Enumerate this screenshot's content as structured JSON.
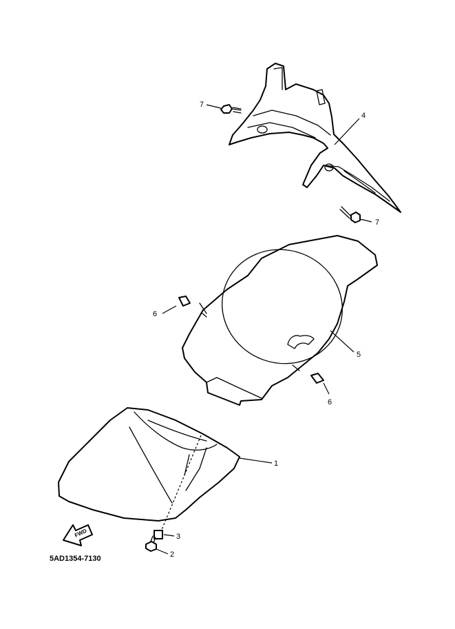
{
  "diagram": {
    "code": "5AD1354-7130",
    "fwd_label": "FWD",
    "callouts": {
      "bolt_top": "7",
      "bolt_right": "7",
      "fender_rear": "4",
      "nut_left": "6",
      "inner_cover": "5",
      "nut_right": "6",
      "front_fender": "1",
      "collar": "3",
      "screw": "2"
    }
  }
}
